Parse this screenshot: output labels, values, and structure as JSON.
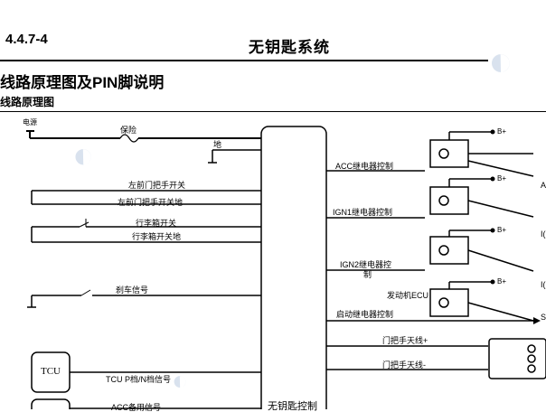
{
  "header": {
    "section_number": "4.4.7-4",
    "chapter_title": "无钥匙系统"
  },
  "section": {
    "title": "线路原理图及PIN脚说明",
    "subtitle": "线路原理图"
  },
  "diagram": {
    "controller_label": "无钥匙控制",
    "left_labels": {
      "power": "电源",
      "fuse": "保险",
      "ground": "地",
      "front_left_handle": "左前门把手开关",
      "front_left_handle_ground": "左前门把手开关地",
      "trunk_switch": "行李箱开关",
      "trunk_switch_ground": "行李箱开关地",
      "brake_signal": "刹车信号",
      "tcu": "TCU",
      "tcu_signal": "TCU P档/N档信号",
      "acc_spare": "ACC备用信号"
    },
    "right_labels": {
      "acc_relay": "ACC继电器控制",
      "ign1_relay": "IGN1继电器控制",
      "ign2_relay_line1": "IGN2继电器控",
      "ign2_relay_line2": "制",
      "engine_ecu": "发动机ECU",
      "start_relay": "启动继电器控制",
      "antenna_plus": "门把手天线+",
      "antenna_minus": "门把手天线-",
      "bplus_1": "B+",
      "bplus_2": "B+",
      "bplus_3": "B+",
      "bplus_4": "B+"
    },
    "edge_fragments": {
      "frag_1": "A",
      "frag_2": "I(",
      "frag_3": "I(",
      "frag_4": "S"
    }
  }
}
